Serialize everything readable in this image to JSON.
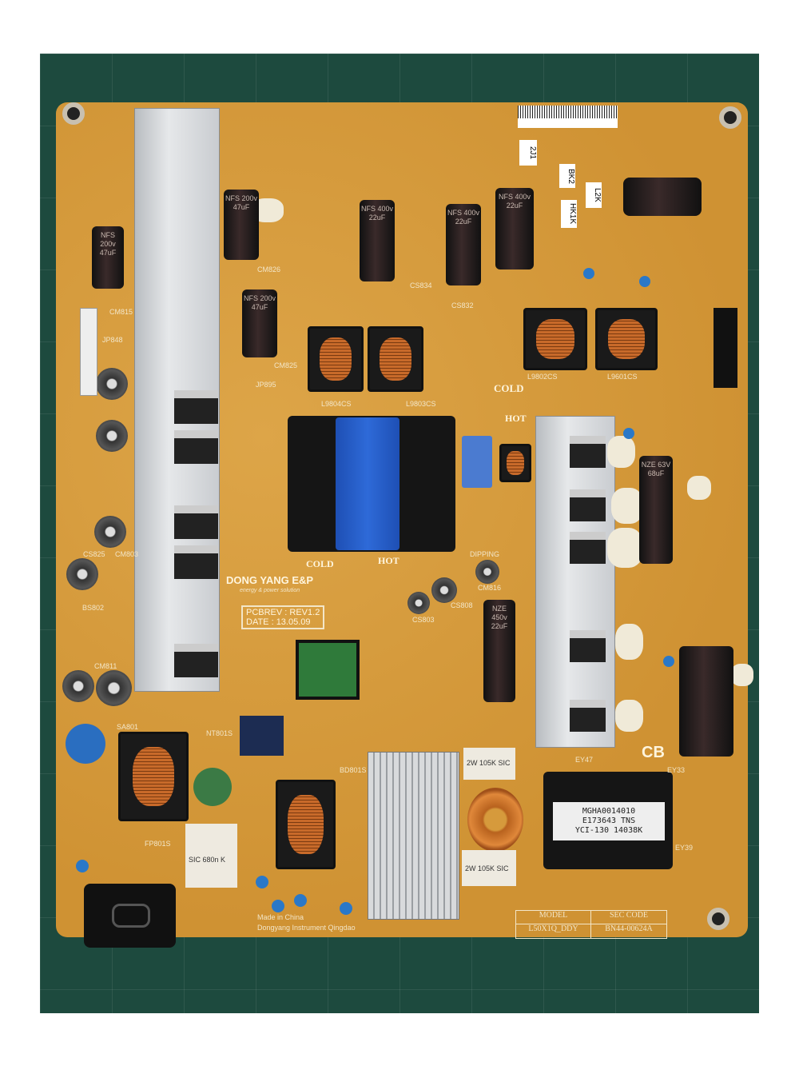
{
  "board": {
    "maker": "DONG YANG E&P",
    "maker_tagline": "energy & power solution",
    "pcb_rev": "PCBREV : REV1.2",
    "date": "DATE : 13.05.09",
    "cold_label": "COLD",
    "hot_label": "HOT",
    "cold_label2": "COLD",
    "hot_label2": "HOT",
    "cb_label": "CB",
    "dipping": "DIPPING",
    "made_in": "Made in China",
    "factory": "Dongyang Instrument Qingdao",
    "model_header": "MODEL",
    "model_value": "L50X1Q_DDY",
    "sec_code_header": "SEC CODE",
    "sec_code_value": "BN44-00624A",
    "transformer_label": [
      "MGHA0014010",
      "E173643 TNS",
      "YCI-130 14038K"
    ],
    "cap_labels": {
      "nfs": "NFS 200v 47uF",
      "hv": "NFS 400v 22uF",
      "nze": "NZE 450v 22uF",
      "nze63": "NZE 63V 68uF"
    },
    "stickers": [
      "BK2",
      "HK1K",
      "L2K",
      "2J1"
    ],
    "film_cap": "2W 105K SIC",
    "x2_cap": "SIC 680n K",
    "ref_labels": [
      "CM815",
      "CM825",
      "CM826",
      "CS834",
      "CS832",
      "L9804CS",
      "L9803CS",
      "L9802CS",
      "L9601CS",
      "CM803",
      "CS825",
      "BS802",
      "CM811",
      "SA801",
      "NT801S",
      "BD801S",
      "EY47",
      "EY33",
      "EY39",
      "JP848",
      "JP895",
      "CM816",
      "CS803",
      "CS808",
      "FP801S"
    ]
  }
}
